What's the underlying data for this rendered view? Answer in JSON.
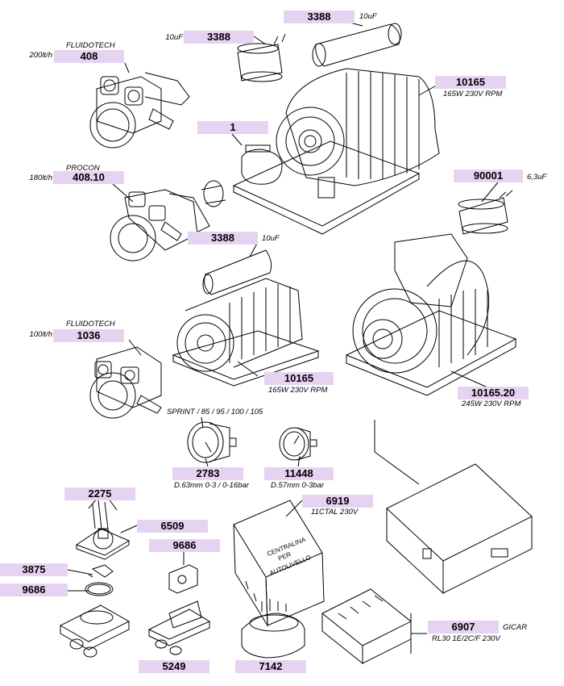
{
  "parts": {
    "cap_top_code": "3388",
    "cap_top_note": "10uF",
    "cap_small_code": "3388",
    "cap_small_note": "10uF",
    "pump408_brand": "FLUIDOTECH",
    "pump408_flow": "200lt/h",
    "pump408_code": "408",
    "motor1_code": "10165",
    "motor1_spec": "165W 230V RPM",
    "clip_code": "1",
    "cap2_code": "90001",
    "cap2_note": "6,3uF",
    "pump40810_brand": "PROCON",
    "pump40810_flow": "180lt/h",
    "pump40810_code": "408.10",
    "cap3_code": "3388",
    "cap3_note": "10uF",
    "pump1036_brand": "FLUIDOTECH",
    "pump1036_flow": "100lt/h",
    "pump1036_code": "1036",
    "motor2_code": "10165",
    "motor2_spec": "165W 230V RPM",
    "motor3_code": "10165.20",
    "motor3_spec": "245W 230V RPM",
    "gauge_models": "SPRINT / 85 / 95 / 100 / 105",
    "gauge1_code": "2783",
    "gauge1_spec": "D.63mm 0-3 / 0-16bar",
    "gauge2_code": "11448",
    "gauge2_spec": "D.57mm 0-3bar",
    "flowmeter_code": "2275",
    "part6509_code": "6509",
    "part9686a_code": "9686",
    "part3875_code": "3875",
    "part9686b_code": "9686",
    "ctrl_code": "6919",
    "ctrl_spec": "11CTAL 230V",
    "ctrl_label_1": "CENTRALINA",
    "ctrl_label_2": "PER",
    "ctrl_label_3": "AUTOLIVELLO",
    "part5249_code": "5249",
    "part7142_code": "7142",
    "relay_code": "6907",
    "relay_brand": "GICAR",
    "relay_spec": "RL30 1E/2C/F 230V"
  }
}
